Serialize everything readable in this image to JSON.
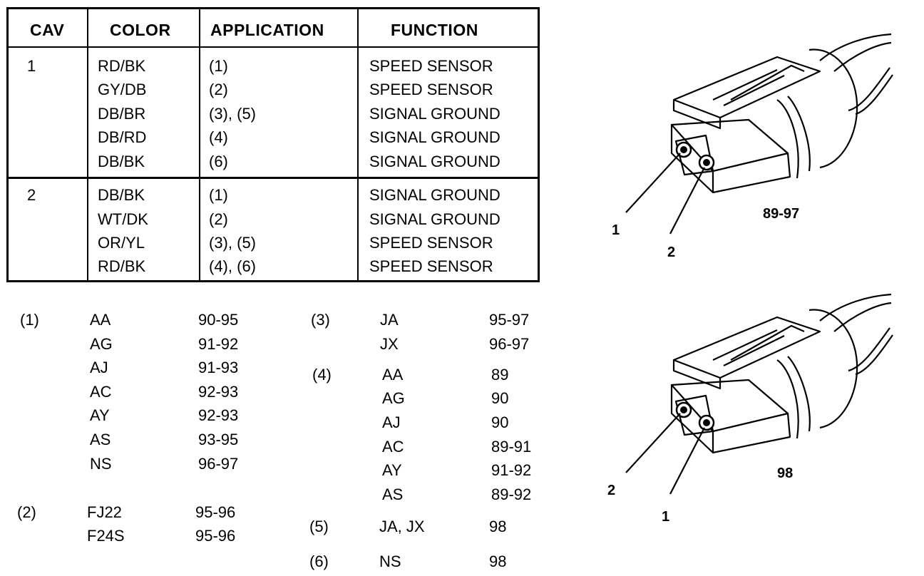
{
  "table": {
    "headers": [
      "CAV",
      "COLOR",
      "APPLICATION",
      "FUNCTION"
    ],
    "groups": [
      {
        "cav": "1",
        "rows": [
          {
            "color": "RD/BK",
            "application": "(1)",
            "function": "SPEED SENSOR"
          },
          {
            "color": "GY/DB",
            "application": "(2)",
            "function": "SPEED SENSOR"
          },
          {
            "color": "DB/BR",
            "application": "(3), (5)",
            "function": "SIGNAL GROUND"
          },
          {
            "color": "DB/RD",
            "application": "(4)",
            "function": "SIGNAL GROUND"
          },
          {
            "color": "DB/BK",
            "application": "(6)",
            "function": "SIGNAL GROUND"
          }
        ]
      },
      {
        "cav": "2",
        "rows": [
          {
            "color": "DB/BK",
            "application": "(1)",
            "function": "SIGNAL GROUND"
          },
          {
            "color": "WT/DK",
            "application": "(2)",
            "function": "SIGNAL GROUND"
          },
          {
            "color": "OR/YL",
            "application": "(3), (5)",
            "function": "SPEED SENSOR"
          },
          {
            "color": "RD/BK",
            "application": "(4), (6)",
            "function": "SPEED SENSOR"
          }
        ]
      }
    ]
  },
  "notes_left": [
    {
      "id": "(1)",
      "entries": [
        {
          "code": "AA",
          "years": "90-95"
        },
        {
          "code": "AG",
          "years": "91-92"
        },
        {
          "code": "AJ",
          "years": "91-93"
        },
        {
          "code": "AC",
          "years": "92-93"
        },
        {
          "code": "AY",
          "years": "92-93"
        },
        {
          "code": "AS",
          "years": "93-95"
        },
        {
          "code": "NS",
          "years": "96-97"
        }
      ]
    },
    {
      "id": "(2)",
      "entries": [
        {
          "code": "FJ22",
          "years": "95-96"
        },
        {
          "code": "F24S",
          "years": "95-96"
        }
      ]
    }
  ],
  "notes_right": [
    {
      "id": "(3)",
      "entries": [
        {
          "code": "JA",
          "years": "95-97"
        },
        {
          "code": "JX",
          "years": "96-97"
        }
      ]
    },
    {
      "id": "(4)",
      "entries": [
        {
          "code": "AA",
          "years": "89"
        },
        {
          "code": "AG",
          "years": "90"
        },
        {
          "code": "AJ",
          "years": "90"
        },
        {
          "code": "AC",
          "years": "89-91"
        },
        {
          "code": "AY",
          "years": "91-92"
        },
        {
          "code": "AS",
          "years": "89-92"
        }
      ]
    },
    {
      "id": "(5)",
      "entries": [
        {
          "code": "JA, JX",
          "years": "98"
        }
      ]
    },
    {
      "id": "(6)",
      "entries": [
        {
          "code": "NS",
          "years": "98"
        }
      ]
    }
  ],
  "figures": [
    {
      "caption": "89-97",
      "pin_left": "1",
      "pin_right": "2"
    },
    {
      "caption": "98",
      "pin_left": "2",
      "pin_right": "1"
    }
  ]
}
